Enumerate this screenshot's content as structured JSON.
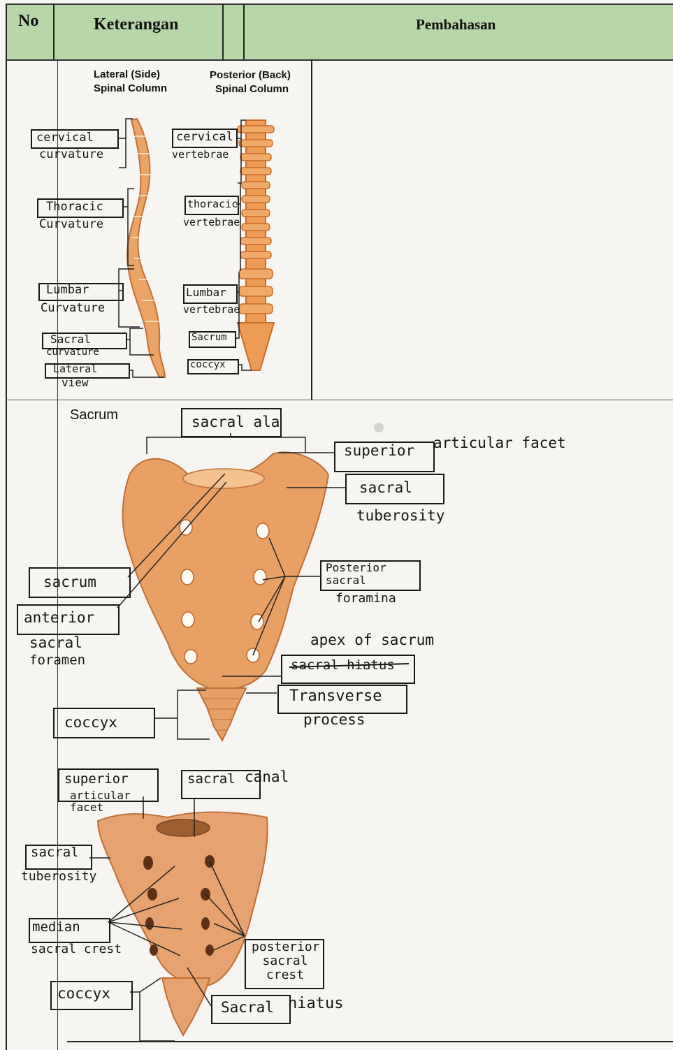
{
  "header": {
    "col_no": "No",
    "col_keterangan": "Keterangan",
    "col_pembahasan": "Pembahasan"
  },
  "section1": {
    "title_lateral": "Lateral (Side)",
    "title_lateral2": "Spinal Column",
    "title_posterior": "Posterior (Back)",
    "title_posterior2": "Spinal Column",
    "left_labels": [
      {
        "box": "cervical",
        "below": "curvature"
      },
      {
        "box": "Thoracic",
        "below": "Curvature"
      },
      {
        "box": "Lumbar",
        "below": "Curvature"
      },
      {
        "box": "Sacral",
        "below": "curvature"
      },
      {
        "box": "Lateral",
        "below": "view"
      }
    ],
    "right_labels": [
      {
        "box": "cervical",
        "below": "vertebrae"
      },
      {
        "box": "thoracic",
        "below": "vertebrae"
      },
      {
        "box": "Lumbar",
        "below": "vertebrae"
      },
      {
        "box": "Sacrum",
        "below": ""
      },
      {
        "box": "coccyx",
        "below": ""
      }
    ]
  },
  "section2": {
    "title": "Sacrum",
    "labels": {
      "sacral_ala": "sacral ala",
      "superior_articular": "superior",
      "superior_articular_rest": "articular facet",
      "sacral_tuberosity_box": "sacral",
      "sacral_tuberosity_rest": "tuberosity",
      "posterior_sacral_box": "Posterior sacral",
      "posterior_sacral_rest": "foramina",
      "apex": "apex of sacrum",
      "sacral_hiatus_struck": "sacral hiatus",
      "transverse_box": "Transverse",
      "transverse_rest": "process",
      "coccyx": "coccyx",
      "sacrum": "sacrum",
      "anterior_box": "anterior",
      "anterior_rest1": "sacral",
      "anterior_rest2": "foramen"
    }
  },
  "section3": {
    "labels": {
      "superior_articular_box": "superior",
      "superior_articular_rest": "articular facet",
      "sacral_canal_box": "sacral",
      "sacral_canal_rest": "canal",
      "sacral_tuberosity_box": "sacral",
      "sacral_tuberosity_rest": "tuberosity",
      "median_box": "median",
      "median_rest": "sacral crest",
      "posterior_crest_box": "posterior sacral crest",
      "coccyx": "coccyx",
      "sacral_hiatus_box": "Sacral",
      "sacral_hiatus_rest": "hiatus"
    }
  },
  "colors": {
    "header_bg": "#b7d7a8",
    "bone": "#e8a66a",
    "bone_dark": "#d07a3f",
    "ink": "#161616"
  }
}
